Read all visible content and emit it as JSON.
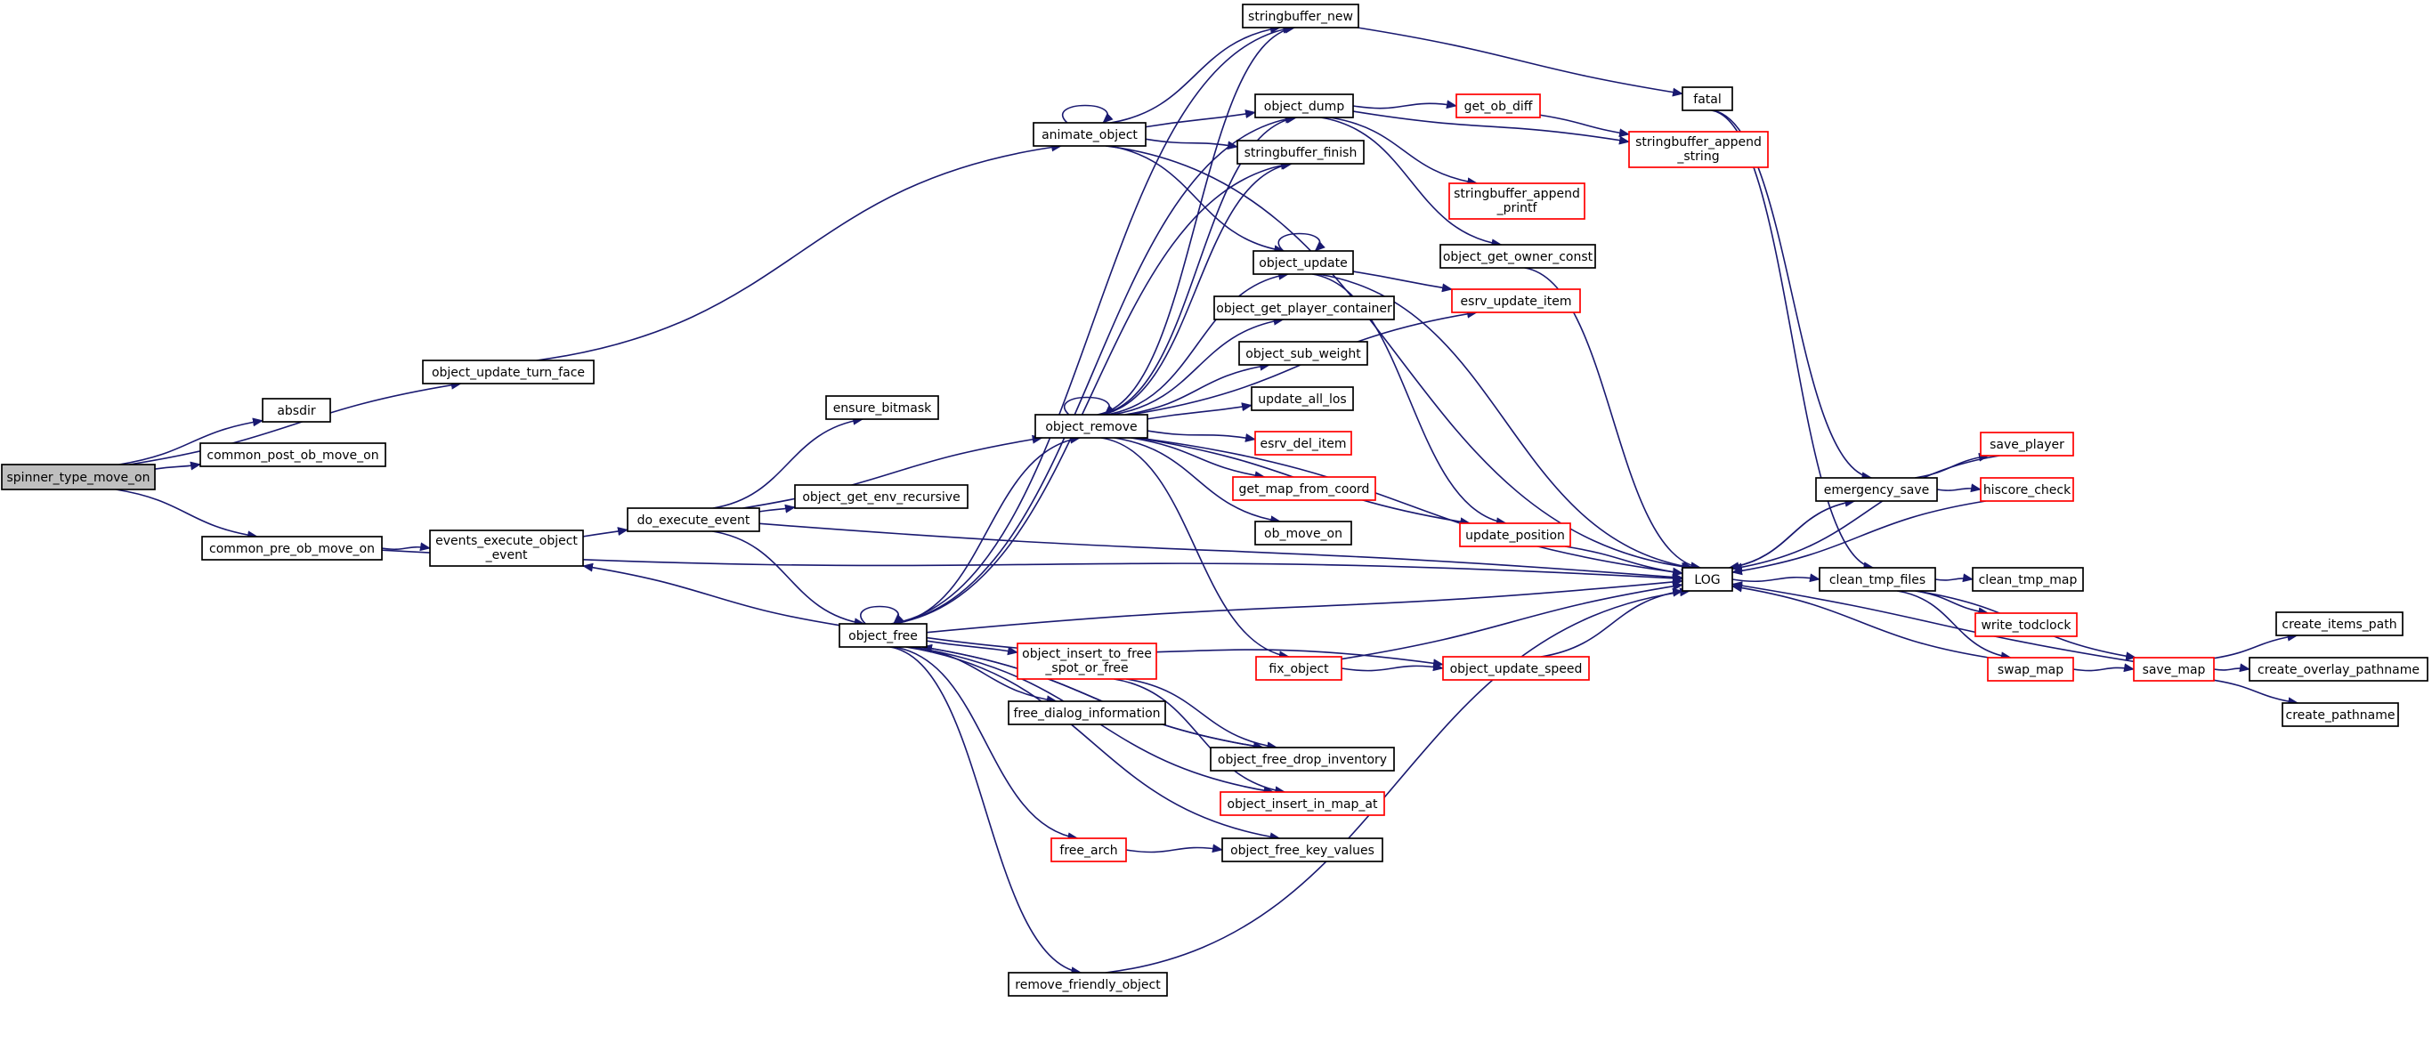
{
  "colors": {
    "edge": "#191970",
    "node_border": "#000000",
    "node_border_truncated": "#ff0000",
    "node_fill": "#ffffff",
    "root_fill": "#bfbfbf"
  },
  "nodes": [
    {
      "id": "spinner_type_move_on",
      "label": [
        "spinner_type_move_on"
      ],
      "root": true
    },
    {
      "id": "absdir",
      "label": [
        "absdir"
      ]
    },
    {
      "id": "common_post_ob_move_on",
      "label": [
        "common_post_ob_move_on"
      ]
    },
    {
      "id": "common_pre_ob_move_on",
      "label": [
        "common_pre_ob_move_on"
      ]
    },
    {
      "id": "object_update_turn_face",
      "label": [
        "object_update_turn_face"
      ]
    },
    {
      "id": "events_execute_object_event",
      "label": [
        "events_execute_object",
        "_event"
      ]
    },
    {
      "id": "animate_object",
      "label": [
        "animate_object"
      ]
    },
    {
      "id": "ensure_bitmask",
      "label": [
        "ensure_bitmask"
      ]
    },
    {
      "id": "do_execute_event",
      "label": [
        "do_execute_event"
      ]
    },
    {
      "id": "object_get_env_recursive",
      "label": [
        "object_get_env_recursive"
      ]
    },
    {
      "id": "object_free",
      "label": [
        "object_free"
      ]
    },
    {
      "id": "object_remove",
      "label": [
        "object_remove"
      ]
    },
    {
      "id": "object_insert_to_free_spot_or_free",
      "label": [
        "object_insert_to_free",
        "_spot_or_free"
      ],
      "truncated": true
    },
    {
      "id": "free_dialog_information",
      "label": [
        "free_dialog_information"
      ]
    },
    {
      "id": "free_arch",
      "label": [
        "free_arch"
      ],
      "truncated": true
    },
    {
      "id": "remove_friendly_object",
      "label": [
        "remove_friendly_object"
      ]
    },
    {
      "id": "stringbuffer_new",
      "label": [
        "stringbuffer_new"
      ]
    },
    {
      "id": "object_dump",
      "label": [
        "object_dump"
      ]
    },
    {
      "id": "stringbuffer_finish",
      "label": [
        "stringbuffer_finish"
      ]
    },
    {
      "id": "object_update",
      "label": [
        "object_update"
      ]
    },
    {
      "id": "object_get_player_container",
      "label": [
        "object_get_player_container"
      ]
    },
    {
      "id": "object_sub_weight",
      "label": [
        "object_sub_weight"
      ]
    },
    {
      "id": "update_all_los",
      "label": [
        "update_all_los"
      ]
    },
    {
      "id": "esrv_del_item",
      "label": [
        "esrv_del_item"
      ],
      "truncated": true
    },
    {
      "id": "get_map_from_coord",
      "label": [
        "get_map_from_coord"
      ],
      "truncated": true
    },
    {
      "id": "ob_move_on",
      "label": [
        "ob_move_on"
      ]
    },
    {
      "id": "object_free_drop_inventory",
      "label": [
        "object_free_drop_inventory"
      ]
    },
    {
      "id": "object_insert_in_map_at",
      "label": [
        "object_insert_in_map_at"
      ],
      "truncated": true
    },
    {
      "id": "object_free_key_values",
      "label": [
        "object_free_key_values"
      ]
    },
    {
      "id": "get_ob_diff",
      "label": [
        "get_ob_diff"
      ],
      "truncated": true
    },
    {
      "id": "stringbuffer_append_printf",
      "label": [
        "stringbuffer_append",
        "_printf"
      ],
      "truncated": true
    },
    {
      "id": "object_get_owner_const",
      "label": [
        "object_get_owner_const"
      ]
    },
    {
      "id": "esrv_update_item",
      "label": [
        "esrv_update_item"
      ],
      "truncated": true
    },
    {
      "id": "update_position",
      "label": [
        "update_position"
      ],
      "truncated": true
    },
    {
      "id": "fix_object",
      "label": [
        "fix_object"
      ],
      "truncated": true
    },
    {
      "id": "object_update_speed",
      "label": [
        "object_update_speed"
      ],
      "truncated": true
    },
    {
      "id": "fatal",
      "label": [
        "fatal"
      ]
    },
    {
      "id": "stringbuffer_append_string",
      "label": [
        "stringbuffer_append",
        "_string"
      ],
      "truncated": true
    },
    {
      "id": "LOG",
      "label": [
        "LOG"
      ]
    },
    {
      "id": "emergency_save",
      "label": [
        "emergency_save"
      ]
    },
    {
      "id": "clean_tmp_files",
      "label": [
        "clean_tmp_files"
      ]
    },
    {
      "id": "save_player",
      "label": [
        "save_player"
      ],
      "truncated": true
    },
    {
      "id": "hiscore_check",
      "label": [
        "hiscore_check"
      ],
      "truncated": true
    },
    {
      "id": "clean_tmp_map",
      "label": [
        "clean_tmp_map"
      ]
    },
    {
      "id": "write_todclock",
      "label": [
        "write_todclock"
      ],
      "truncated": true
    },
    {
      "id": "swap_map",
      "label": [
        "swap_map"
      ],
      "truncated": true
    },
    {
      "id": "save_map",
      "label": [
        "save_map"
      ],
      "truncated": true
    },
    {
      "id": "create_items_path",
      "label": [
        "create_items_path"
      ]
    },
    {
      "id": "create_overlay_pathname",
      "label": [
        "create_overlay_pathname"
      ]
    },
    {
      "id": "create_pathname",
      "label": [
        "create_pathname"
      ]
    }
  ],
  "edges": [
    [
      "spinner_type_move_on",
      "absdir"
    ],
    [
      "spinner_type_move_on",
      "common_post_ob_move_on"
    ],
    [
      "spinner_type_move_on",
      "object_update_turn_face"
    ],
    [
      "spinner_type_move_on",
      "common_pre_ob_move_on"
    ],
    [
      "common_pre_ob_move_on",
      "events_execute_object_event"
    ],
    [
      "common_pre_ob_move_on",
      "LOG"
    ],
    [
      "object_update_turn_face",
      "animate_object"
    ],
    [
      "events_execute_object_event",
      "do_execute_event"
    ],
    [
      "do_execute_event",
      "ensure_bitmask"
    ],
    [
      "do_execute_event",
      "object_get_env_recursive"
    ],
    [
      "do_execute_event",
      "object_remove"
    ],
    [
      "do_execute_event",
      "object_free"
    ],
    [
      "do_execute_event",
      "LOG"
    ],
    [
      "object_free",
      "events_execute_object_event"
    ],
    [
      "object_free",
      "object_free"
    ],
    [
      "object_free",
      "object_remove"
    ],
    [
      "object_free",
      "object_insert_to_free_spot_or_free"
    ],
    [
      "object_free",
      "free_dialog_information"
    ],
    [
      "object_free",
      "object_free_drop_inventory"
    ],
    [
      "object_free",
      "object_insert_in_map_at"
    ],
    [
      "object_free",
      "free_arch"
    ],
    [
      "object_free",
      "object_free_key_values"
    ],
    [
      "object_free",
      "remove_friendly_object"
    ],
    [
      "object_free",
      "stringbuffer_new"
    ],
    [
      "object_free",
      "object_dump"
    ],
    [
      "object_free",
      "stringbuffer_finish"
    ],
    [
      "object_free",
      "object_update_speed"
    ],
    [
      "object_free",
      "LOG"
    ],
    [
      "object_free_drop_inventory",
      "object_free"
    ],
    [
      "object_insert_to_free_spot_or_free",
      "object_insert_in_map_at"
    ],
    [
      "object_insert_to_free_spot_or_free",
      "object_free_drop_inventory"
    ],
    [
      "free_arch",
      "object_free_key_values"
    ],
    [
      "remove_friendly_object",
      "LOG"
    ],
    [
      "animate_object",
      "animate_object"
    ],
    [
      "animate_object",
      "stringbuffer_new"
    ],
    [
      "animate_object",
      "object_dump"
    ],
    [
      "animate_object",
      "stringbuffer_finish"
    ],
    [
      "animate_object",
      "object_update"
    ],
    [
      "animate_object",
      "LOG"
    ],
    [
      "object_remove",
      "object_remove"
    ],
    [
      "object_remove",
      "stringbuffer_new"
    ],
    [
      "object_remove",
      "object_dump"
    ],
    [
      "object_remove",
      "stringbuffer_finish"
    ],
    [
      "object_remove",
      "object_update"
    ],
    [
      "object_remove",
      "object_get_player_container"
    ],
    [
      "object_remove",
      "object_sub_weight"
    ],
    [
      "object_remove",
      "update_all_los"
    ],
    [
      "object_remove",
      "esrv_del_item"
    ],
    [
      "object_remove",
      "get_map_from_coord"
    ],
    [
      "object_remove",
      "ob_move_on"
    ],
    [
      "object_remove",
      "update_position"
    ],
    [
      "object_remove",
      "fix_object"
    ],
    [
      "object_remove",
      "esrv_update_item"
    ],
    [
      "object_remove",
      "LOG"
    ],
    [
      "stringbuffer_new",
      "fatal"
    ],
    [
      "object_dump",
      "get_ob_diff"
    ],
    [
      "object_dump",
      "stringbuffer_append_printf"
    ],
    [
      "object_dump",
      "object_get_owner_const"
    ],
    [
      "object_dump",
      "stringbuffer_append_string"
    ],
    [
      "get_ob_diff",
      "stringbuffer_append_string"
    ],
    [
      "object_update",
      "object_update"
    ],
    [
      "object_update",
      "esrv_update_item"
    ],
    [
      "object_update",
      "update_position"
    ],
    [
      "object_update",
      "LOG"
    ],
    [
      "object_get_owner_const",
      "LOG"
    ],
    [
      "update_position",
      "LOG"
    ],
    [
      "fix_object",
      "object_update_speed"
    ],
    [
      "fix_object",
      "LOG"
    ],
    [
      "object_update_speed",
      "LOG"
    ],
    [
      "fatal",
      "emergency_save"
    ],
    [
      "fatal",
      "clean_tmp_files"
    ],
    [
      "LOG",
      "emergency_save"
    ],
    [
      "LOG",
      "clean_tmp_files"
    ],
    [
      "emergency_save",
      "save_player"
    ],
    [
      "emergency_save",
      "hiscore_check"
    ],
    [
      "emergency_save",
      "LOG"
    ],
    [
      "save_player",
      "LOG"
    ],
    [
      "hiscore_check",
      "LOG"
    ],
    [
      "clean_tmp_files",
      "clean_tmp_map"
    ],
    [
      "clean_tmp_files",
      "write_todclock"
    ],
    [
      "clean_tmp_files",
      "swap_map"
    ],
    [
      "clean_tmp_files",
      "save_map"
    ],
    [
      "swap_map",
      "save_map"
    ],
    [
      "swap_map",
      "LOG"
    ],
    [
      "save_map",
      "create_items_path"
    ],
    [
      "save_map",
      "create_overlay_pathname"
    ],
    [
      "save_map",
      "create_pathname"
    ],
    [
      "save_map",
      "LOG"
    ]
  ]
}
